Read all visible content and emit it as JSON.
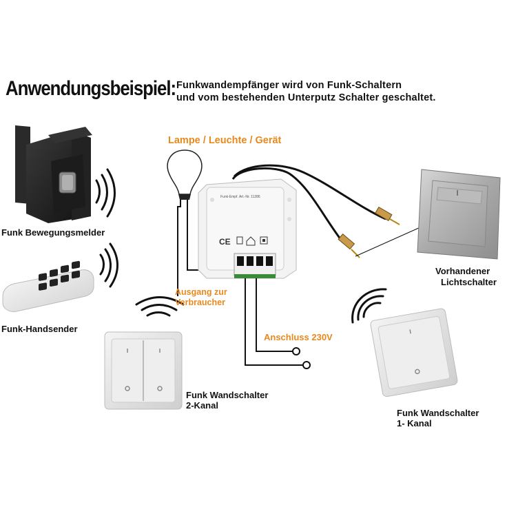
{
  "title": "Anwendungsbeispiel:",
  "description_line1": "Funkwandempfänger wird von Funk-Schaltern",
  "description_line2": "und vom bestehenden Unterputz Schalter geschaltet.",
  "lamp_label": "Lampe / Leuchte / Gerät",
  "output_label_line1": "Ausgang zur",
  "output_label_line2": "Verbraucher",
  "mains_label": "Anschluss 230V",
  "motion_sensor_label": "Funk Bewegungsmelder",
  "remote_label": "Funk-Handsender",
  "two_channel_label_line1": "Funk Wandschalter",
  "two_channel_label_line2": "2-Kanal",
  "existing_switch_label_line1": "Vorhandener",
  "existing_switch_label_line2": "Lichtschalter",
  "one_channel_label_line1": "Funk Wandschalter",
  "one_channel_label_line2": "1- Kanal",
  "receiver_text": "Funk-Empf.   Art.-Nr. 11286",
  "receiver_marks": "CE",
  "colors": {
    "accent": "#e8891b",
    "text": "#111111",
    "line": "#111111"
  },
  "icons": [
    "lamp-icon",
    "motion-sensor-icon",
    "remote-control-icon",
    "radio-waves-icon",
    "wall-switch-icon",
    "receiver-module-icon",
    "terminal-icon"
  ]
}
